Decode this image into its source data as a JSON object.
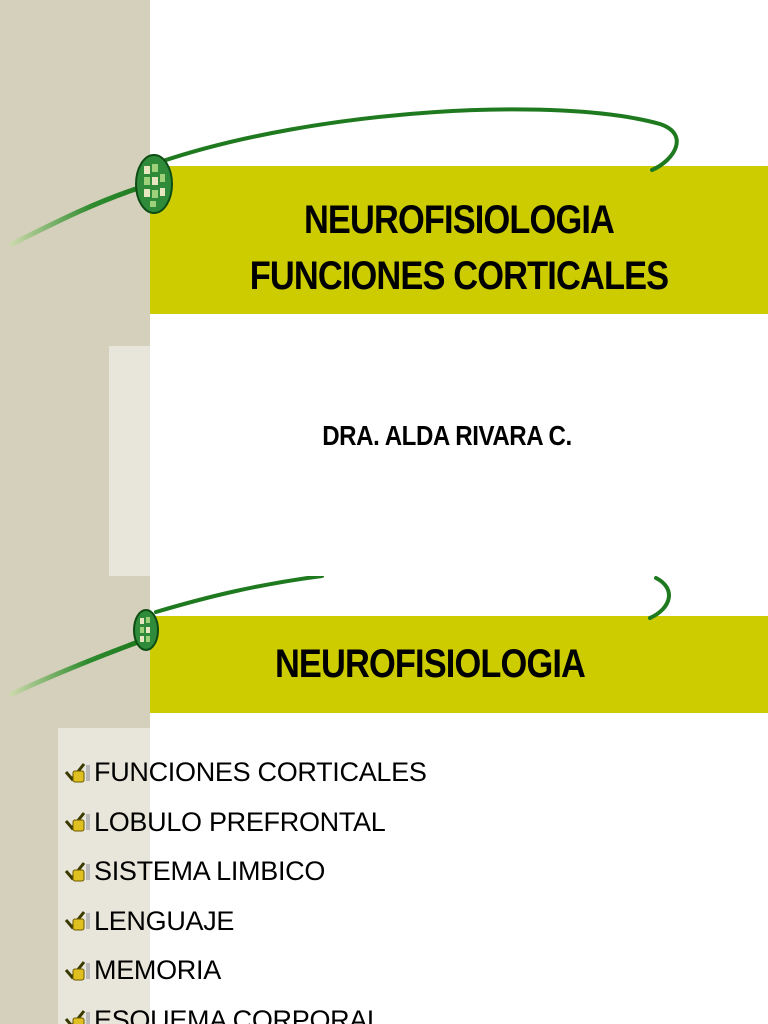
{
  "slide1": {
    "title_line1": "NEUROFISIOLOGIA",
    "title_line2": "FUNCIONES CORTICALES",
    "author": "DRA. ALDA RIVARA C."
  },
  "slide2": {
    "title": "NEUROFISIOLOGIA",
    "items": [
      "FUNCIONES CORTICALES",
      "LOBULO PREFRONTAL",
      "SISTEMA LIMBICO",
      "LENGUAJE",
      "MEMORIA",
      "ESQUEMA CORPORAL"
    ],
    "bullet_icon": "checkmark-pencil-icon"
  },
  "colors": {
    "title_bar": "#cccc00",
    "left_band": "#d4d0bc",
    "curve": "#1f7a1f",
    "orb": "#2f8a3a"
  }
}
